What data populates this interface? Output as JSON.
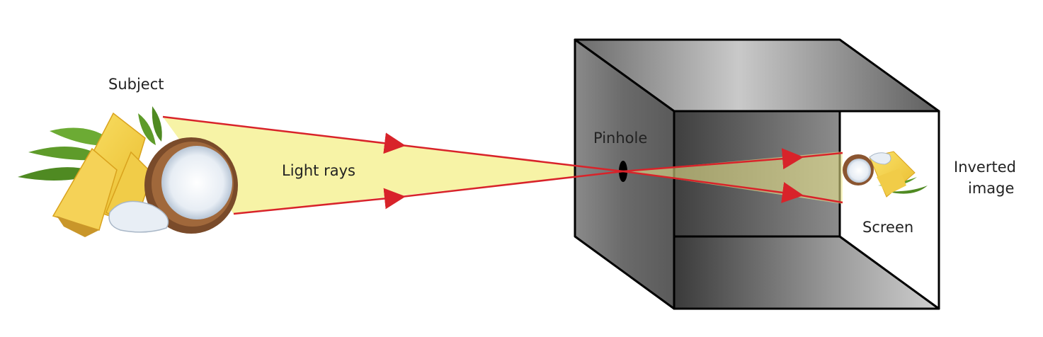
{
  "labels": {
    "subject": "Subject",
    "light_rays": "Light rays",
    "pinhole": "Pinhole",
    "screen": "Screen",
    "inverted_image_line1": "Inverted",
    "inverted_image_line2": "image"
  },
  "colors": {
    "light_beam": "#f7f3a6",
    "ray": "#d8232a",
    "box_front": "#6e6e6e",
    "box_top": "#b5b5b5",
    "box_interior": "#4d4d4d",
    "pinhole": "#000000",
    "screen": "#ffffff"
  },
  "icons": {
    "subject": "pineapple-coconut-icon",
    "inverted_image": "inverted-pineapple-coconut-icon"
  }
}
